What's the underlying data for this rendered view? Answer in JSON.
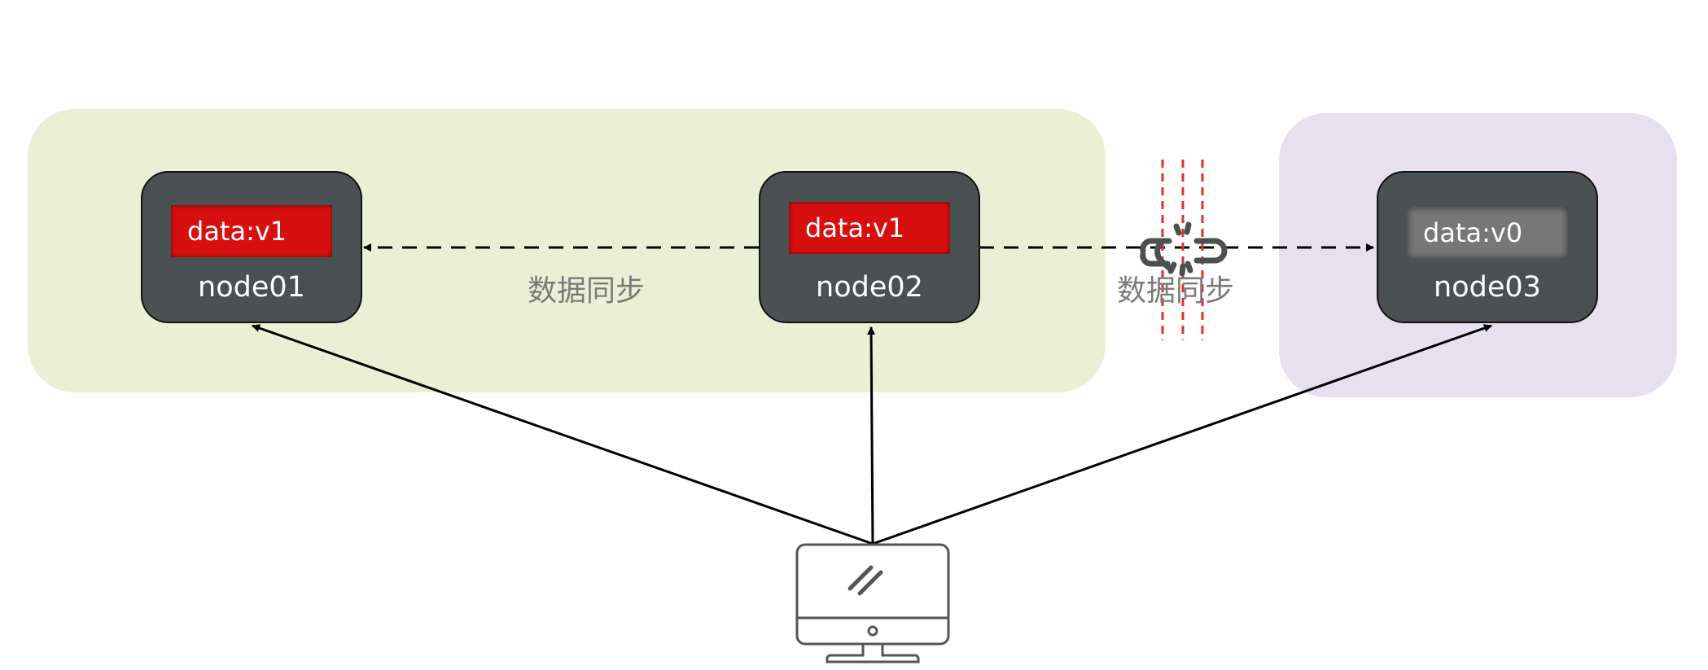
{
  "nodes": [
    {
      "name": "node01",
      "data_label": "data:v1"
    },
    {
      "name": "node02",
      "data_label": "data:v1"
    },
    {
      "name": "node03",
      "data_label": "data:v0"
    }
  ],
  "sync_labels": [
    "数据同步",
    "数据同步"
  ],
  "colors": {
    "zone_green": "#e8f1d3",
    "zone_purple": "#e6e0ef",
    "node_body": "#4a5152",
    "badge_current": "#d70f0f",
    "badge_stale": "#777777",
    "partition_line": "#e03030"
  },
  "icons": {
    "client": "desktop-computer-icon",
    "broken_link": "broken-link-icon"
  }
}
